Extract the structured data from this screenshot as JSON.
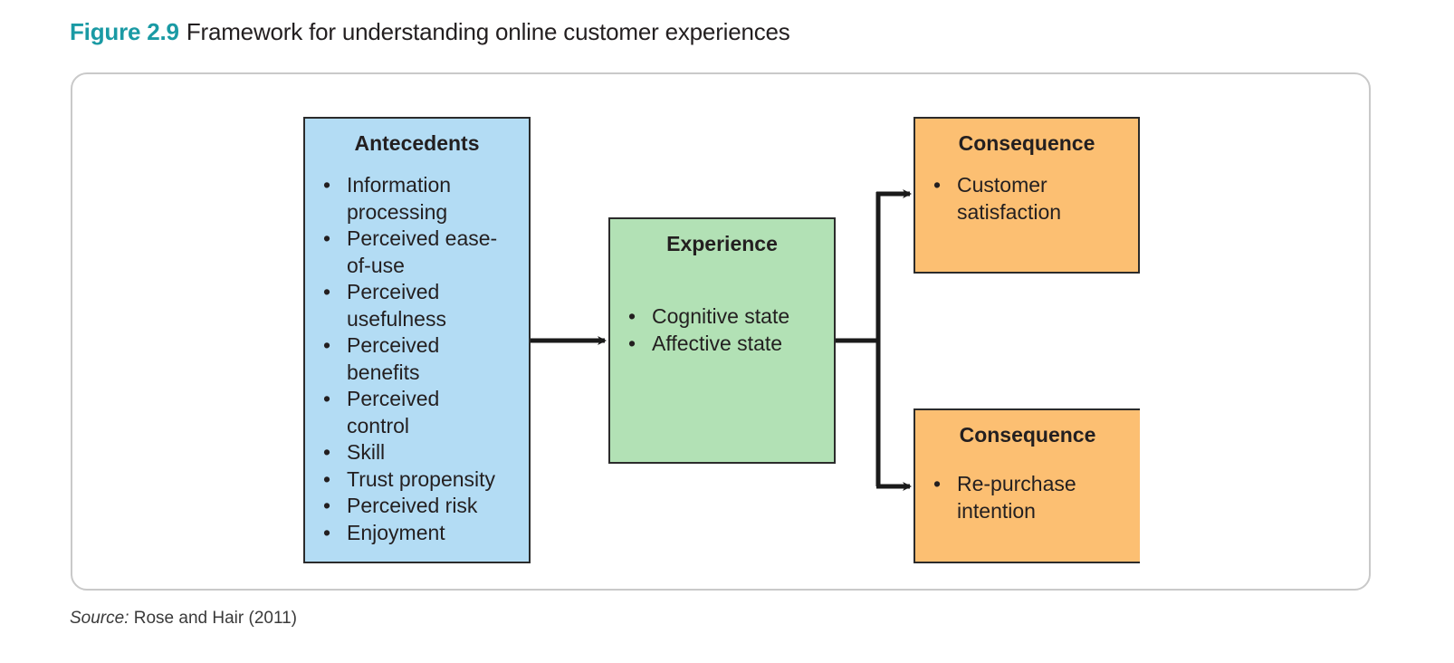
{
  "figure": {
    "label": "Figure 2.9",
    "title": "Framework for understanding online customer experiences",
    "accent_color": "#1a9aa4"
  },
  "antecedents": {
    "heading": "Antecedents",
    "fill": "#b3dcf4",
    "items": [
      [
        "Information",
        "processing"
      ],
      [
        "Perceived ease-",
        "of-use"
      ],
      [
        "Perceived",
        "usefulness"
      ],
      [
        "Perceived",
        "benefits"
      ],
      [
        "Perceived",
        "control"
      ],
      [
        "Skill"
      ],
      [
        "Trust propensity"
      ],
      [
        "Perceived risk"
      ],
      [
        "Enjoyment"
      ]
    ]
  },
  "experience": {
    "heading": "Experience",
    "fill": "#b2e1b5",
    "items": [
      "Cognitive state",
      "Affective state"
    ]
  },
  "consequences": [
    {
      "heading": "Consequence",
      "fill": "#fcbf72",
      "items": [
        [
          "Customer",
          "satisfaction"
        ]
      ]
    },
    {
      "heading": "Consequence",
      "fill": "#fcbf72",
      "items": [
        [
          "Re-purchase",
          "intention"
        ]
      ]
    }
  ],
  "connections": [
    {
      "from": "antecedents",
      "to": "experience"
    },
    {
      "from": "experience",
      "to": "consequence-1"
    },
    {
      "from": "experience",
      "to": "consequence-2"
    }
  ],
  "source": {
    "label": "Source:",
    "text": " Rose and Hair (2011)"
  },
  "bullet": "•"
}
